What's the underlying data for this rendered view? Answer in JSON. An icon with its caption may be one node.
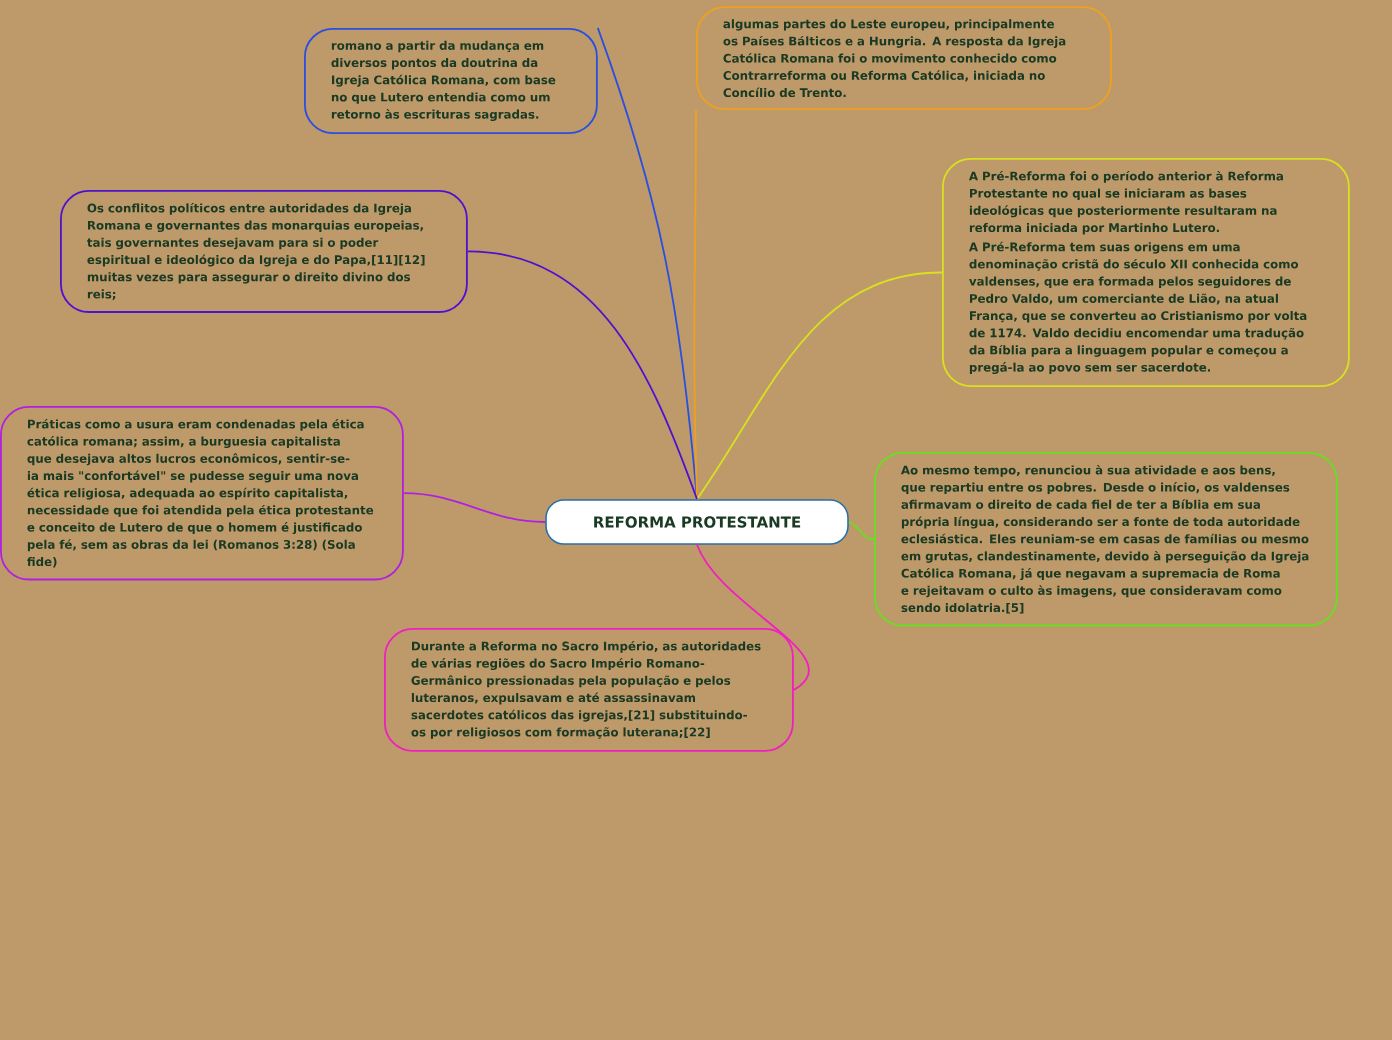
{
  "diagram": {
    "nodes": [
      {
        "text": [
          "REFORMA PROTESTANTE"
        ]
      },
      {
        "text": [
          "romano a partir da mudança em diversos pontos da doutrina da Igreja Católica Romana, com base no que Lutero entendia como um retorno às escrituras sagradas."
        ]
      },
      {
        "text": [
          "algumas partes do Leste europeu, principalmente os Países Bálticos e a Hungria. A resposta da Igreja Católica Romana foi o movimento conhecido como Contrarreforma ou Reforma Católica, iniciada no Concílio de Trento."
        ]
      },
      {
        "text": [
          "A Pré-Reforma foi o período anterior à Reforma Protestante no qual se iniciaram as bases ideológicas que posteriormente resultaram na reforma iniciada por Martinho Lutero.",
          "A Pré-Reforma tem suas origens em uma denominação cristã do século XII conhecida como valdenses, que era formada pelos seguidores de Pedro Valdo, um comerciante de Lião, na atual França, que se converteu ao Cristianismo por volta de 1174. Valdo decidiu encomendar uma tradução da Bíblia para a linguagem popular e começou a pregá-la ao povo sem ser sacerdote."
        ]
      },
      {
        "text": [
          "Ao mesmo tempo, renunciou à sua atividade e aos bens, que repartiu entre os pobres. Desde o início, os valdenses afirmavam o direito de cada fiel de ter a Bíblia em sua própria língua, considerando ser a fonte de toda autoridade eclesiástica. Eles reuniam-se em casas de famílias ou mesmo em grutas, clandestinamente, devido à perseguição da Igreja Católica Romana, já que negavam a supremacia de Roma e rejeitavam o culto às imagens, que consideravam como sendo idolatria.[5]"
        ]
      },
      {
        "text": [
          "Durante a Reforma no Sacro Império, as autoridades de várias regiões do Sacro Império Romano-Germânico pressionadas pela população e pelos luteranos, expulsavam e até assassinavam sacerdotes católicos das igrejas,[21] substituindo-os por religiosos com formação luterana;[22]"
        ]
      },
      {
        "text": [
          "Práticas como a usura eram condenadas pela ética católica romana; assim, a burguesia capitalista que desejava altos lucros econômicos, sentir-se-ia mais \"confortável\" se pudesse seguir uma nova ética religiosa, adequada ao espírito capitalista, necessidade que foi atendida pela ética protestante e conceito de Lutero de que o homem é justificado pela fé, sem as obras da lei (Romanos 3:28) (Sola fide)"
        ]
      },
      {
        "text": [
          "Os conflitos políticos entre autoridades da Igreja Romana e governantes das monarquias europeias, tais governantes desejavam para si o poder espiritual e ideológico da Igreja e do Papa,[11][12] muitas vezes para assegurar o direito divino dos reis;"
        ]
      }
    ],
    "edges": [
      {
        "from": 0,
        "to": 1,
        "arrow": "none",
        "color": "#2a4fe0"
      },
      {
        "from": 0,
        "to": 2,
        "arrow": "none",
        "color": "#f0a020"
      },
      {
        "from": 0,
        "to": 3,
        "arrow": "none",
        "color": "#d8e020"
      },
      {
        "from": 0,
        "to": 4,
        "arrow": "none",
        "color": "#66e020"
      },
      {
        "from": 0,
        "to": 5,
        "arrow": "none",
        "color": "#f020c0"
      },
      {
        "from": 0,
        "to": 6,
        "arrow": "none",
        "color": "#b020e0"
      },
      {
        "from": 0,
        "to": 7,
        "arrow": "none",
        "color": "#5010d0"
      }
    ]
  }
}
